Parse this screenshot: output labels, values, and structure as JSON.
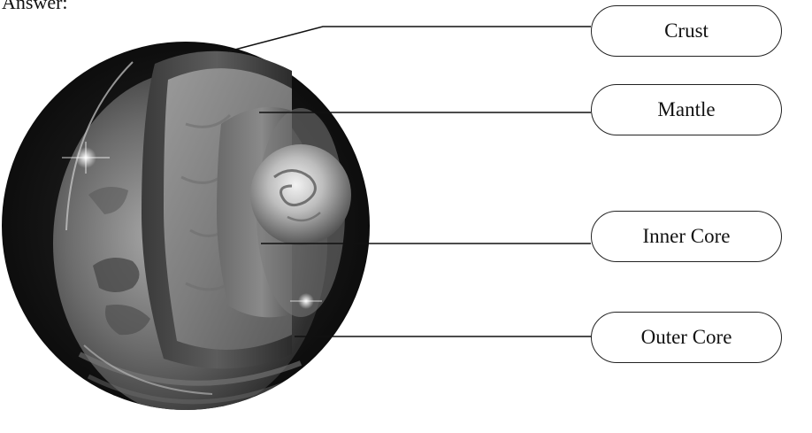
{
  "heading_fragment": "Answer:",
  "labels": {
    "crust": "Crust",
    "mantle": "Mantle",
    "inner_core": "Inner Core",
    "outer_core": "Outer Core"
  },
  "colors": {
    "background": "#ffffff",
    "line": "#111111",
    "space": "#121212"
  }
}
